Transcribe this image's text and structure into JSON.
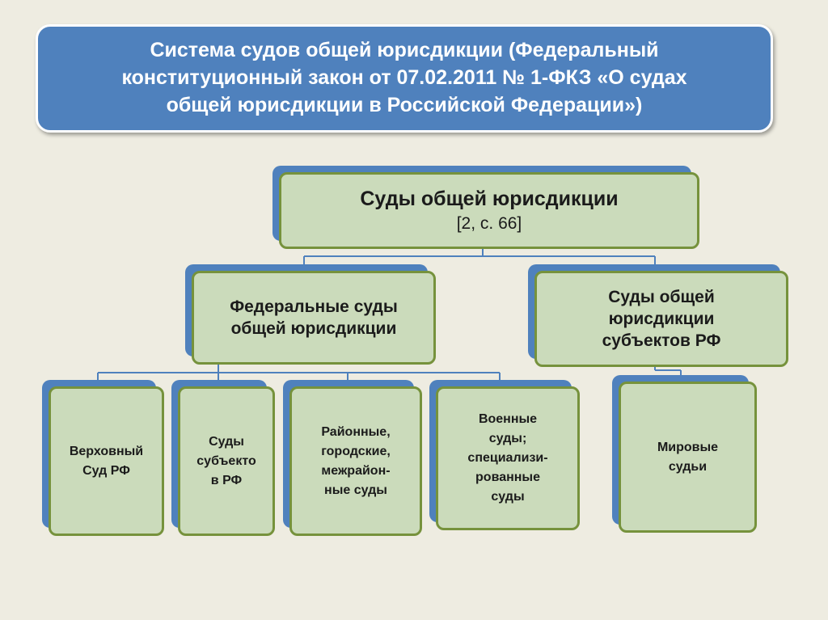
{
  "title": "Система судов общей юрисдикции (Федеральный\nконституционный закон от 07.02.2011 № 1-ФКЗ «О судах\nобщей юрисдикции в Российской Федерации»)",
  "root": {
    "label": "Суды общей юрисдикции",
    "ref": "[2, с. 66]"
  },
  "federal": {
    "label": "Федеральные суды\nобщей юрисдикции"
  },
  "subjects": {
    "label": "Суды общей\nюрисдикции\nсубъектов РФ"
  },
  "leaves": {
    "supreme": "Верховный\nСуд РФ",
    "subject_courts": "Суды\nсубъекто\nв РФ",
    "district": "Районные,\nгородские,\nмежрайон-\nные суды",
    "military": "Военные\nсуды;\nспециализи-\nрованные\nсуды",
    "magistrates": "Мировые\nсудьи"
  },
  "colors": {
    "background": "#eeece1",
    "title_fill": "#4f81bd",
    "box_fill": "#cbdbbb",
    "box_border": "#76923c",
    "shadow_box": "#4f81bd",
    "connector": "#4f81bd"
  }
}
